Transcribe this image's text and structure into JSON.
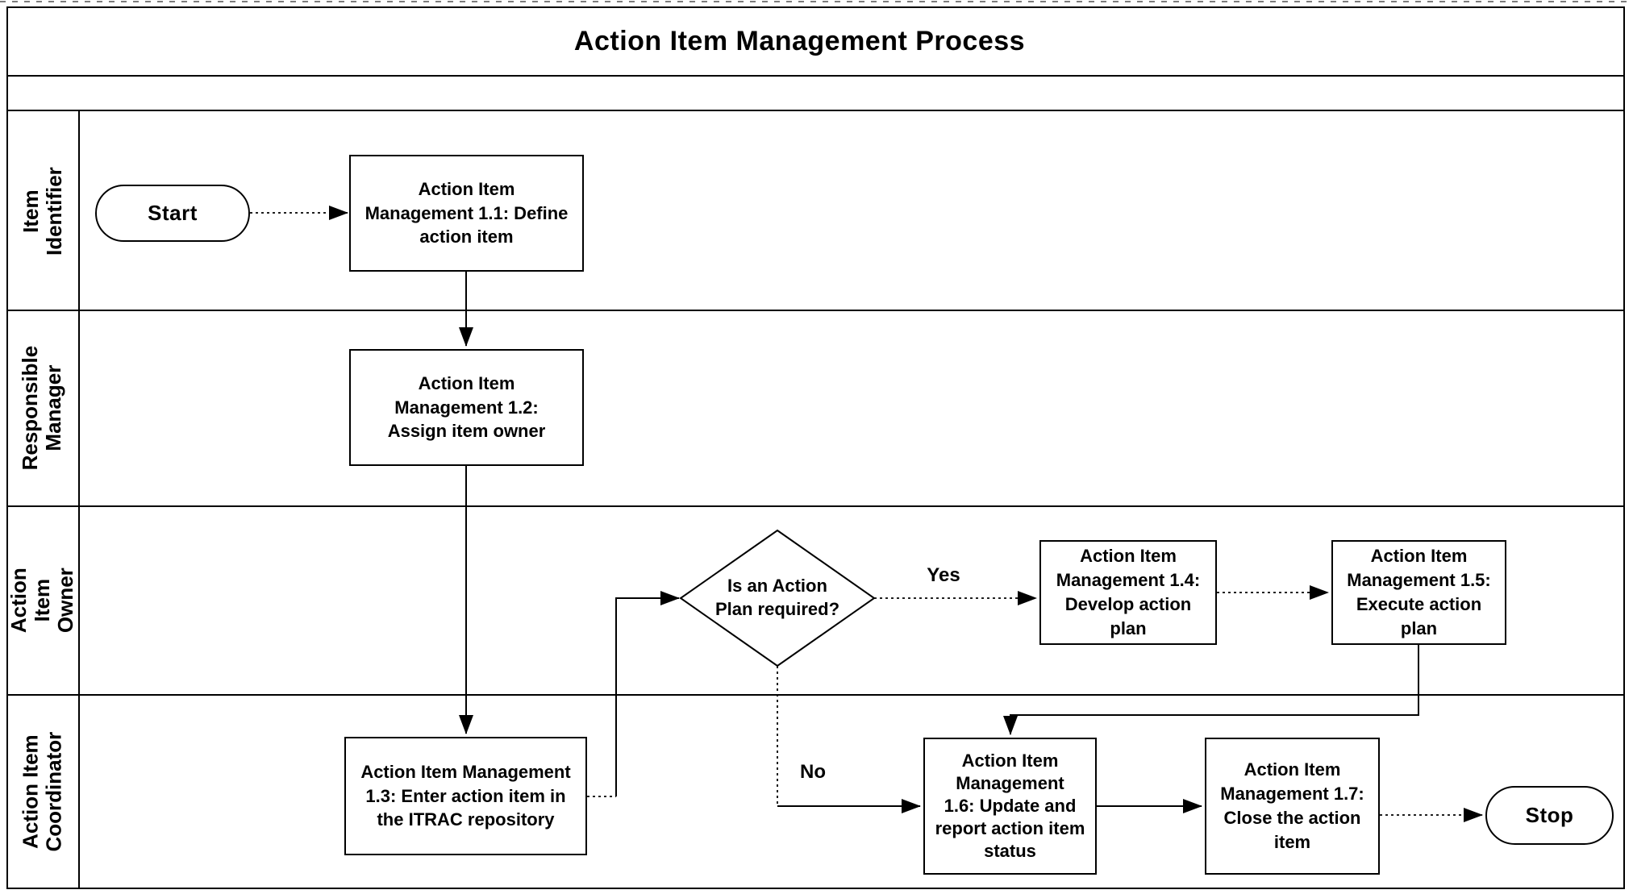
{
  "title": "Action Item Management Process",
  "colors": {
    "ink": "#000000",
    "paper": "#ffffff"
  },
  "lanes": [
    {
      "label": "Item Identifier"
    },
    {
      "label": "Responsible\nManager"
    },
    {
      "label": "Action Item\nOwner"
    },
    {
      "label": "Action Item\nCoordinator"
    }
  ],
  "nodes": {
    "start": {
      "type": "terminator",
      "label": "Start"
    },
    "p11": {
      "type": "process",
      "label": "Action Item\nManagement 1.1: Define\naction item"
    },
    "p12": {
      "type": "process",
      "label": "Action Item\nManagement 1.2:\nAssign item owner"
    },
    "p13": {
      "type": "process",
      "label": "Action Item Management\n1.3: Enter action item in\nthe ITRAC repository"
    },
    "decision": {
      "type": "decision",
      "label": "Is an Action\nPlan required?"
    },
    "p14": {
      "type": "process",
      "label": "Action Item\nManagement 1.4:\nDevelop action\nplan"
    },
    "p15": {
      "type": "process",
      "label": "Action Item\nManagement 1.5:\nExecute action\nplan"
    },
    "p16": {
      "type": "process",
      "label": "Action Item\nManagement\n1.6: Update and\nreport action item\nstatus"
    },
    "p17": {
      "type": "process",
      "label": "Action Item\nManagement 1.7:\nClose the action\nitem"
    },
    "stop": {
      "type": "terminator",
      "label": "Stop"
    }
  },
  "edges": [
    {
      "from": "Start",
      "to": "1.1",
      "label": ""
    },
    {
      "from": "1.1",
      "to": "1.2",
      "label": ""
    },
    {
      "from": "1.2",
      "to": "1.3",
      "label": ""
    },
    {
      "from": "1.3",
      "to": "decision",
      "label": ""
    },
    {
      "from": "decision",
      "to": "1.4",
      "label": "Yes"
    },
    {
      "from": "1.4",
      "to": "1.5",
      "label": ""
    },
    {
      "from": "1.5",
      "to": "1.6",
      "label": ""
    },
    {
      "from": "decision",
      "to": "1.6",
      "label": "No"
    },
    {
      "from": "1.6",
      "to": "1.7",
      "label": ""
    },
    {
      "from": "1.7",
      "to": "stop",
      "label": ""
    }
  ]
}
